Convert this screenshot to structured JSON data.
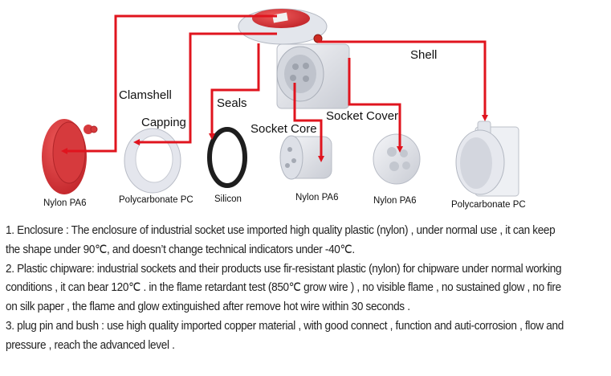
{
  "diagram": {
    "component_labels": {
      "clamshell": "Clamshell",
      "capping": "Capping",
      "seals": "Seals",
      "socket_core": "Socket Core",
      "socket_cover": "Socket Cover",
      "shell": "Shell"
    },
    "materials": {
      "clamshell": "Nylon PA6",
      "capping": "Polycarbonate PC",
      "seals": "Silicon",
      "socket_core": "Nylon PA6",
      "socket_cover": "Nylon PA6",
      "shell": "Polycarbonate PC"
    },
    "colors": {
      "arrow": "#e0141e",
      "red_part": "#d9363a",
      "white_part": "#e6e8ee",
      "seal": "#1a1a1a"
    }
  },
  "description": {
    "items": [
      "1. Enclosure : The enclosure of industrial socket use imported high quality plastic (nylon) , under normal use , it can keep the shape under 90℃, and doesn’t change technical indicators under -40℃.",
      "2. Plastic chipware: industrial sockets and their products use fir-resistant plastic (nylon) for chipware under normal working conditions , it can bear 120℃ . in the flame retardant test (850℃ grow wire ) , no visible flame , no sustained glow , no fire on silk paper , the flame and glow extinguished after remove hot wire within 30 seconds .",
      "3. plug pin and bush : use high quality imported copper material , with good connect , function and auti-corrosion , flow and pressure , reach the advanced level ."
    ]
  }
}
